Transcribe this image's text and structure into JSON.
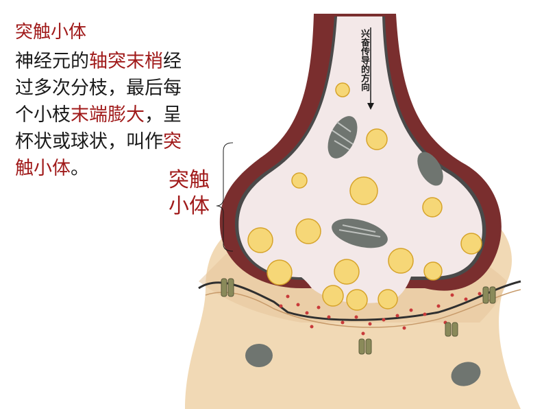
{
  "title": "突触小体",
  "description": {
    "p1": "神经元的",
    "h1": "轴突末梢",
    "p2": "经过多次分枝，最后每个小枝",
    "h2": "末端膨大",
    "p3": "，呈杯状或球状，叫作",
    "h3": "突触小体",
    "p4": "。"
  },
  "side_label": {
    "line1": "突触",
    "line2": "小体"
  },
  "arrow_label": "兴奋传导的方向",
  "colors": {
    "accent": "#a01a1a",
    "axon_outer": "#7a2e2e",
    "bulb_fill": "#f3e8e8",
    "postsynaptic": "#f1d9b5",
    "vesicle": "#f6d777",
    "mitochondria": "#6f7570"
  }
}
